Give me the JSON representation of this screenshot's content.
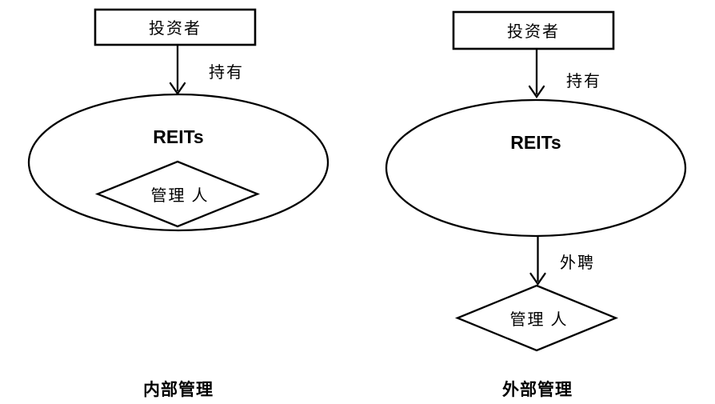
{
  "diagram": {
    "background_color": "#ffffff",
    "ink_color": "#000000",
    "panels": [
      {
        "id": "internal-management",
        "investor_label": "投资者",
        "hold_arrow_label": "持有",
        "ellipse_label": "REITs",
        "manager_label": "管理 人",
        "caption": "内部管理"
      },
      {
        "id": "external-management",
        "investor_label": "投资者",
        "hold_arrow_label": "持有",
        "ellipse_label": "REITs",
        "outsource_arrow_label": "外聘",
        "manager_label": "管理 人",
        "caption": "外部管理"
      }
    ]
  }
}
